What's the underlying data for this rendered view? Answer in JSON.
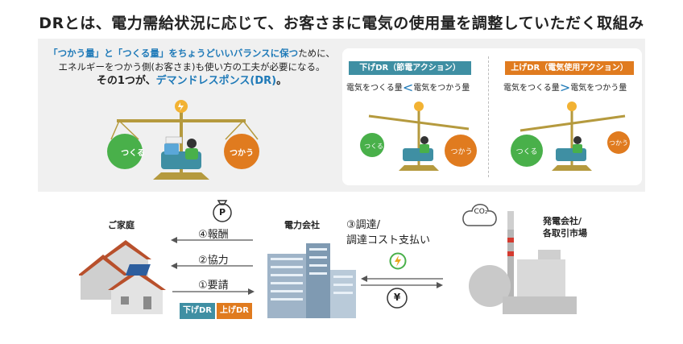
{
  "title": "DRとは、電力需給状況に応じて、お客さまに電気の使用量を調整していただく取組み",
  "intro": {
    "line1_blue": "「つかう量」と「つくる量」をちょうどいいバランスに保つ",
    "line1_rest": "ために、",
    "line2": "エネルギーをつかう側(お客さま)も使い方の工夫が必要になる。",
    "line3_a": "その1つが、",
    "line3_blue": "デマンドレスポンス(DR)",
    "line3_b": "。"
  },
  "scale_main": {
    "left_label": "つくる",
    "right_label": "つかう"
  },
  "dr_down": {
    "label": "下げDR（節電アクション）",
    "eq_left": "電気をつくる量",
    "eq_op": "<",
    "eq_right": "電気をつかう量",
    "left_label": "つくる",
    "right_label": "つかう"
  },
  "dr_up": {
    "label": "上げDR（電気使用アクション）",
    "eq_left": "電気をつくる量",
    "eq_op": ">",
    "eq_right": "電気をつかう量",
    "left_label": "つくる",
    "right_label": "つかう"
  },
  "flow": {
    "home_label": "ご家庭",
    "utility_label": "電力会社",
    "gen_label_1": "発電会社/",
    "gen_label_2": "各取引市場",
    "reward": "④報酬",
    "cooperate": "②協力",
    "request": "①要請",
    "procure_1": "③調達/",
    "procure_2": "調達コスト支払い",
    "coin_symbol": "P",
    "co2_symbol": "CO₂",
    "yen_symbol": "¥",
    "tag_down": "下げDR",
    "tag_up": "上げDR"
  },
  "colors": {
    "blue": "#1f7ab8",
    "teal": "#3f8fa3",
    "orange": "#e07b1f",
    "green": "#49b04a",
    "gold": "#b59a3e"
  }
}
